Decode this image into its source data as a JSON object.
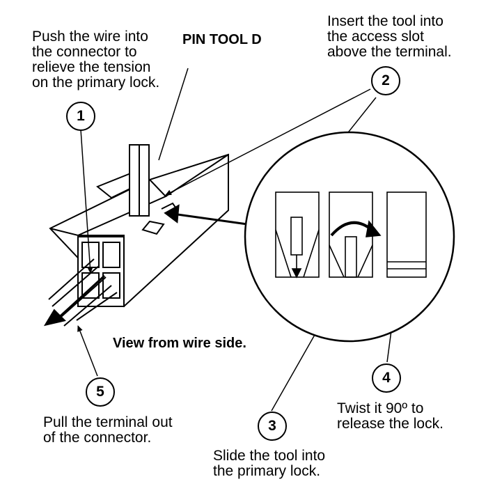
{
  "tool_label": "PIN TOOL D",
  "view_label": "View from wire side.",
  "steps": [
    {
      "number": "1",
      "lines": [
        "Push the wire into",
        "the connector to",
        "relieve the tension",
        "on the primary lock."
      ]
    },
    {
      "number": "2",
      "lines": [
        "Insert the tool into",
        "the access slot",
        "above the terminal."
      ]
    },
    {
      "number": "3",
      "lines": [
        "Slide the tool into",
        "the primary lock."
      ]
    },
    {
      "number": "4",
      "lines": [
        "Twist it 90º to",
        "release the lock."
      ]
    },
    {
      "number": "5",
      "lines": [
        "Pull the terminal out",
        "of the connector."
      ]
    }
  ]
}
